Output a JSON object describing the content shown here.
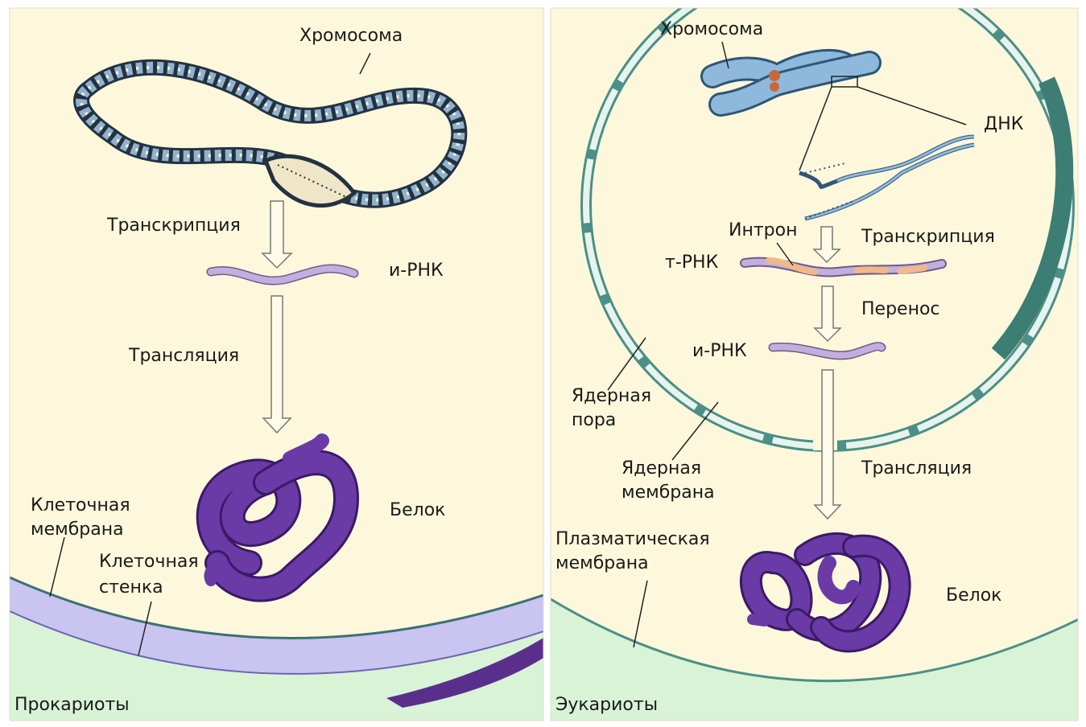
{
  "panels": {
    "prokaryotes": {
      "caption": "Прокариоты",
      "labels": {
        "chromosome": "Хромосома",
        "transcription": "Транскрипция",
        "mrna": "и-РНК",
        "translation": "Трансляция",
        "protein": "Белок",
        "cell_membrane_1": "Клеточная",
        "cell_membrane_2": "мембрана",
        "cell_wall_1": "Клеточная",
        "cell_wall_2": "стенка"
      }
    },
    "eukaryotes": {
      "caption": "Эукариоты",
      "labels": {
        "chromosome": "Хромосома",
        "dna": "ДНК",
        "intron": "Интрон",
        "transcription": "Транскрипция",
        "trna": "т-РНК",
        "transfer": "Перенос",
        "mrna": "и-РНК",
        "nuclear_pore_1": "Ядерная",
        "nuclear_pore_2": "пора",
        "nuclear_membrane_1": "Ядерная",
        "nuclear_membrane_2": "мембрана",
        "translation": "Трансляция",
        "plasma_membrane_1": "Плазматическая",
        "plasma_membrane_2": "мембрана",
        "protein": "Белок"
      }
    }
  },
  "colors": {
    "cytoplasm": "#fdf8dc",
    "outside": "#d9f3d6",
    "cell_wall": "#c9c4f0",
    "membrane": "#4c8f86",
    "dna": "#7aa2c4",
    "mrna": "#b9a1d6",
    "intron": "#f0b98a",
    "protein": "#6a3aa6"
  }
}
